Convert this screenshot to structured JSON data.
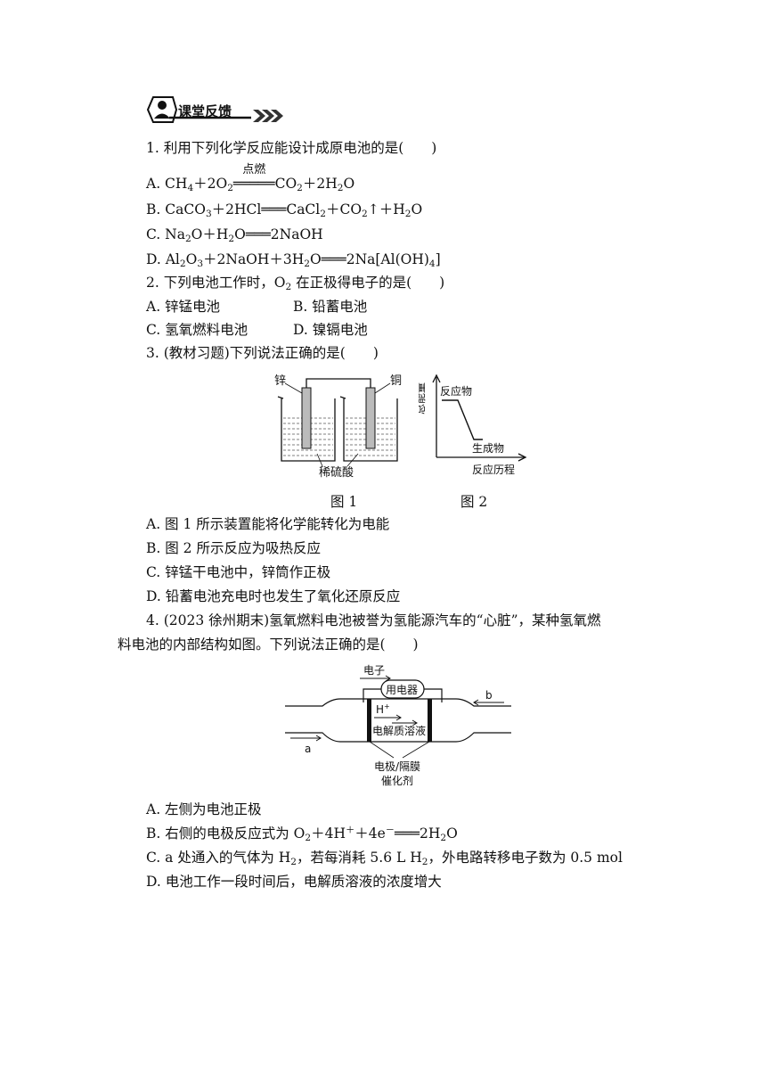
{
  "header": {
    "badge_label": "课堂反馈"
  },
  "q1": {
    "stem": "1. 利用下列化学反应能设计成原电池的是(　　)",
    "a": {
      "prefix": "A. CH",
      "cond": "点燃"
    },
    "b_letter": "B.",
    "c_letter": "C.",
    "d_letter": "D."
  },
  "q2": {
    "stem_pre": "2. 下列电池工作时，O",
    "stem_post": "在正极得电子的是(　　)",
    "options": [
      "A. 锌锰电池",
      "B. 铅蓄电池",
      "C. 氢氧燃料电池",
      "D. 镍镉电池"
    ]
  },
  "q3": {
    "stem": "3. (教材习题)下列说法正确的是(　　)",
    "fig1": {
      "zinc": "锌",
      "copper": "铜",
      "acid": "稀硫酸",
      "caption": "图 1"
    },
    "fig2": {
      "ylabel": "总能量",
      "reactant": "反应物",
      "product": "生成物",
      "xlabel": "反应历程",
      "caption": "图 2"
    },
    "options": [
      "A. 图 1 所示装置能将化学能转化为电能",
      "B. 图 2 所示反应为吸热反应",
      "C. 锌锰干电池中，锌筒作正极",
      "D. 铅蓄电池充电时也发生了氧化还原反应"
    ]
  },
  "q4": {
    "stem_line1": "4. (2023 徐州期末)氢氧燃料电池被誉为氢能源汽车的“心脏”，某种氢氧燃",
    "stem_line2": "料电池的内部结构如图。下列说法正确的是(　　)",
    "diagram": {
      "electron": "电子",
      "device": "用电器",
      "proton": "H",
      "electrolyte": "电解质溶液",
      "inlet_a": "a",
      "inlet_b": "b",
      "membrane": "电极/隔膜",
      "catalyst": "催化剂"
    },
    "opt_a": "A. 左侧为电池正极",
    "opt_b_pre": "B. 右侧的电极反应式为 O",
    "opt_c": "C. a 处通入的气体为 H",
    "opt_d": "D. 电池工作一段时间后，电解质溶液的浓度增大"
  }
}
